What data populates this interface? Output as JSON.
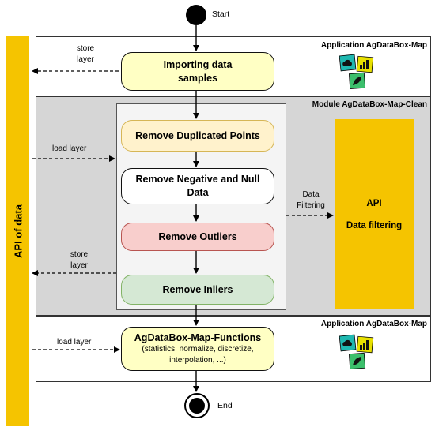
{
  "api_column": {
    "label": "API of data"
  },
  "start": {
    "label": "Start"
  },
  "end": {
    "label": "End"
  },
  "top_panel": {
    "title": "Application AgDataBox-Map",
    "step": "Importing data samples",
    "side_label": "store layer"
  },
  "clean_module": {
    "title": "Module AgDataBox-Map-Clean",
    "load_label": "load layer",
    "store_label": "store layer",
    "filter_label": "Data Filtering",
    "steps": [
      "Remove Duplicated Points",
      "Remove Negative and Null Data",
      "Remove Outliers",
      "Remove Inliers"
    ],
    "api_box": {
      "title": "API",
      "subtitle": "Data filtering"
    }
  },
  "bottom_panel": {
    "title": "Application AgDataBox-Map",
    "step": "AgDataBox-Map-Functions",
    "step_detail": "(statistics, normalize, discretize, interpolation, ...)",
    "side_label": "load layer"
  },
  "icons": [
    "cloud-icon",
    "chart-icon",
    "leaf-icon"
  ],
  "colors": {
    "api_yellow": "#f5c400",
    "import_fill": "#ffffc4",
    "duplicated_fill": "#fff2cc",
    "outliers_fill": "#f8cecc",
    "inliers_fill": "#d5e8d4",
    "icon_teal": "#1fb8b0",
    "icon_yellow": "#e8e000",
    "icon_green": "#3cbf6c"
  }
}
